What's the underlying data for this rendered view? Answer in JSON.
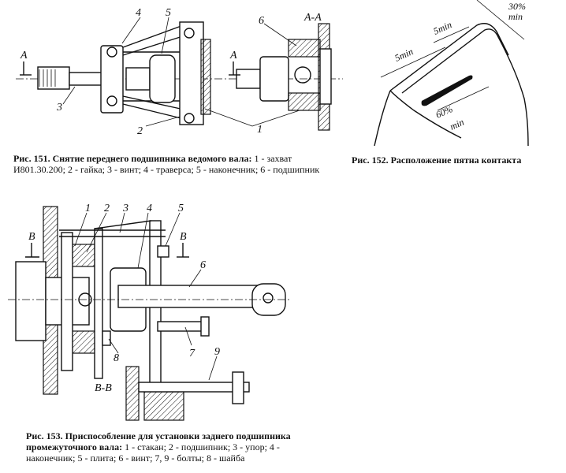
{
  "figure151": {
    "section_label": "А-А",
    "cut_label_left": "А",
    "cut_label_right": "А",
    "callouts": [
      "4",
      "5",
      "3",
      "2",
      "6",
      "1"
    ],
    "caption_title": "Рис. 151. Снятие переднего подшипника ведомого вала:",
    "caption_body": "1 - захват И801.30.200; 2 - гайка; 3 - винт; 4 - траверса; 5 - наконечник; 6 - подшипник"
  },
  "figure152": {
    "label_top": "30%",
    "label_top_unit": "min",
    "label_5min_a": "5min",
    "label_5min_b": "5min",
    "label_60": "60%",
    "label_60_unit": "min",
    "caption_title": "Рис. 152. Расположение пятна контакта"
  },
  "figure153": {
    "section_label_left": "В",
    "section_label_right": "В",
    "section_view_label": "В-В",
    "callouts": [
      "1",
      "2",
      "3",
      "4",
      "5",
      "6",
      "7",
      "8",
      "9"
    ],
    "caption_title": "Рис. 153. Приспособление для установки заднего подшипника промежуточного вала:",
    "caption_body": "1 - стакан; 2 - подшипник; 3 - упор; 4 - наконечник; 5 - плита; 6 - винт; 7, 9 - болты; 8 - шайба"
  }
}
